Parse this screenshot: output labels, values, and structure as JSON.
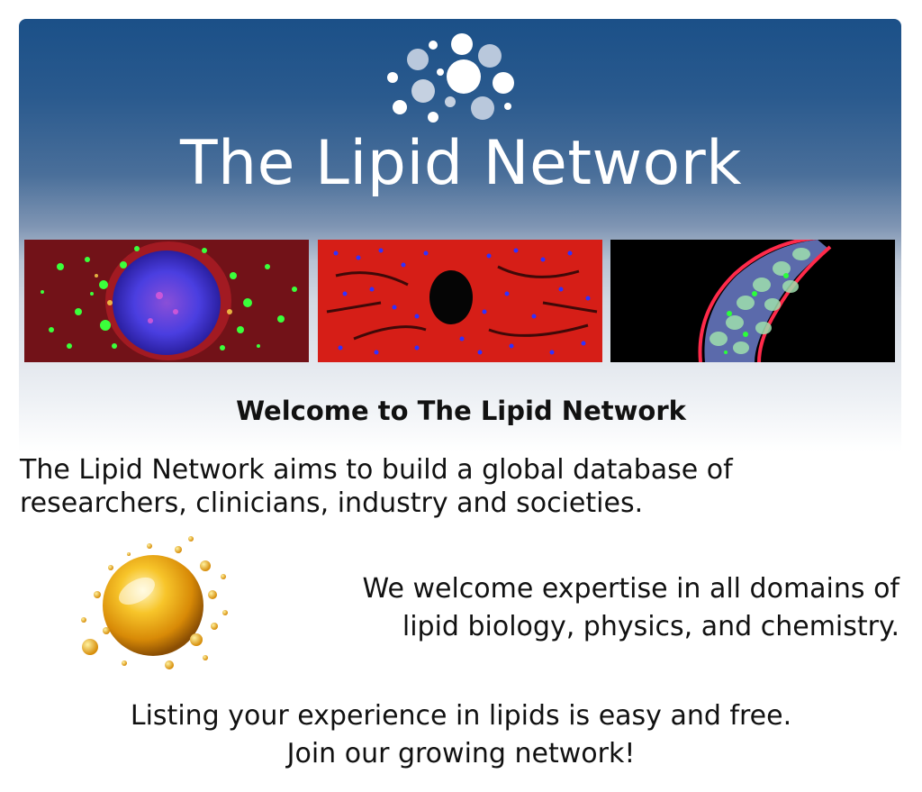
{
  "hero": {
    "title": "The Lipid Network",
    "logo_icon": "bubbles-logo-icon",
    "colors": {
      "band_top": "#1b5088",
      "band_mid": "#7f95b3",
      "band_bottom": "#ffffff"
    }
  },
  "images": [
    {
      "name": "cell-fluorescence-photo",
      "alt": "fluorescent cell micrograph"
    },
    {
      "name": "liver-tissue-photo",
      "alt": "fluorescent tissue micrograph"
    },
    {
      "name": "intestine-tissue-photo",
      "alt": "fluorescent tissue micrograph"
    }
  ],
  "welcome": {
    "heading": "Welcome to The Lipid Network"
  },
  "aims": {
    "line1": "The Lipid Network aims to build a global database of",
    "line2": "researchers, clinicians, industry and societies."
  },
  "expertise": {
    "line1": "We welcome expertise in all domains of",
    "line2": "lipid biology, physics, and chemistry."
  },
  "cta": {
    "line1": "Listing your experience in lipids is easy and free.",
    "line2": "Join our growing network!"
  }
}
